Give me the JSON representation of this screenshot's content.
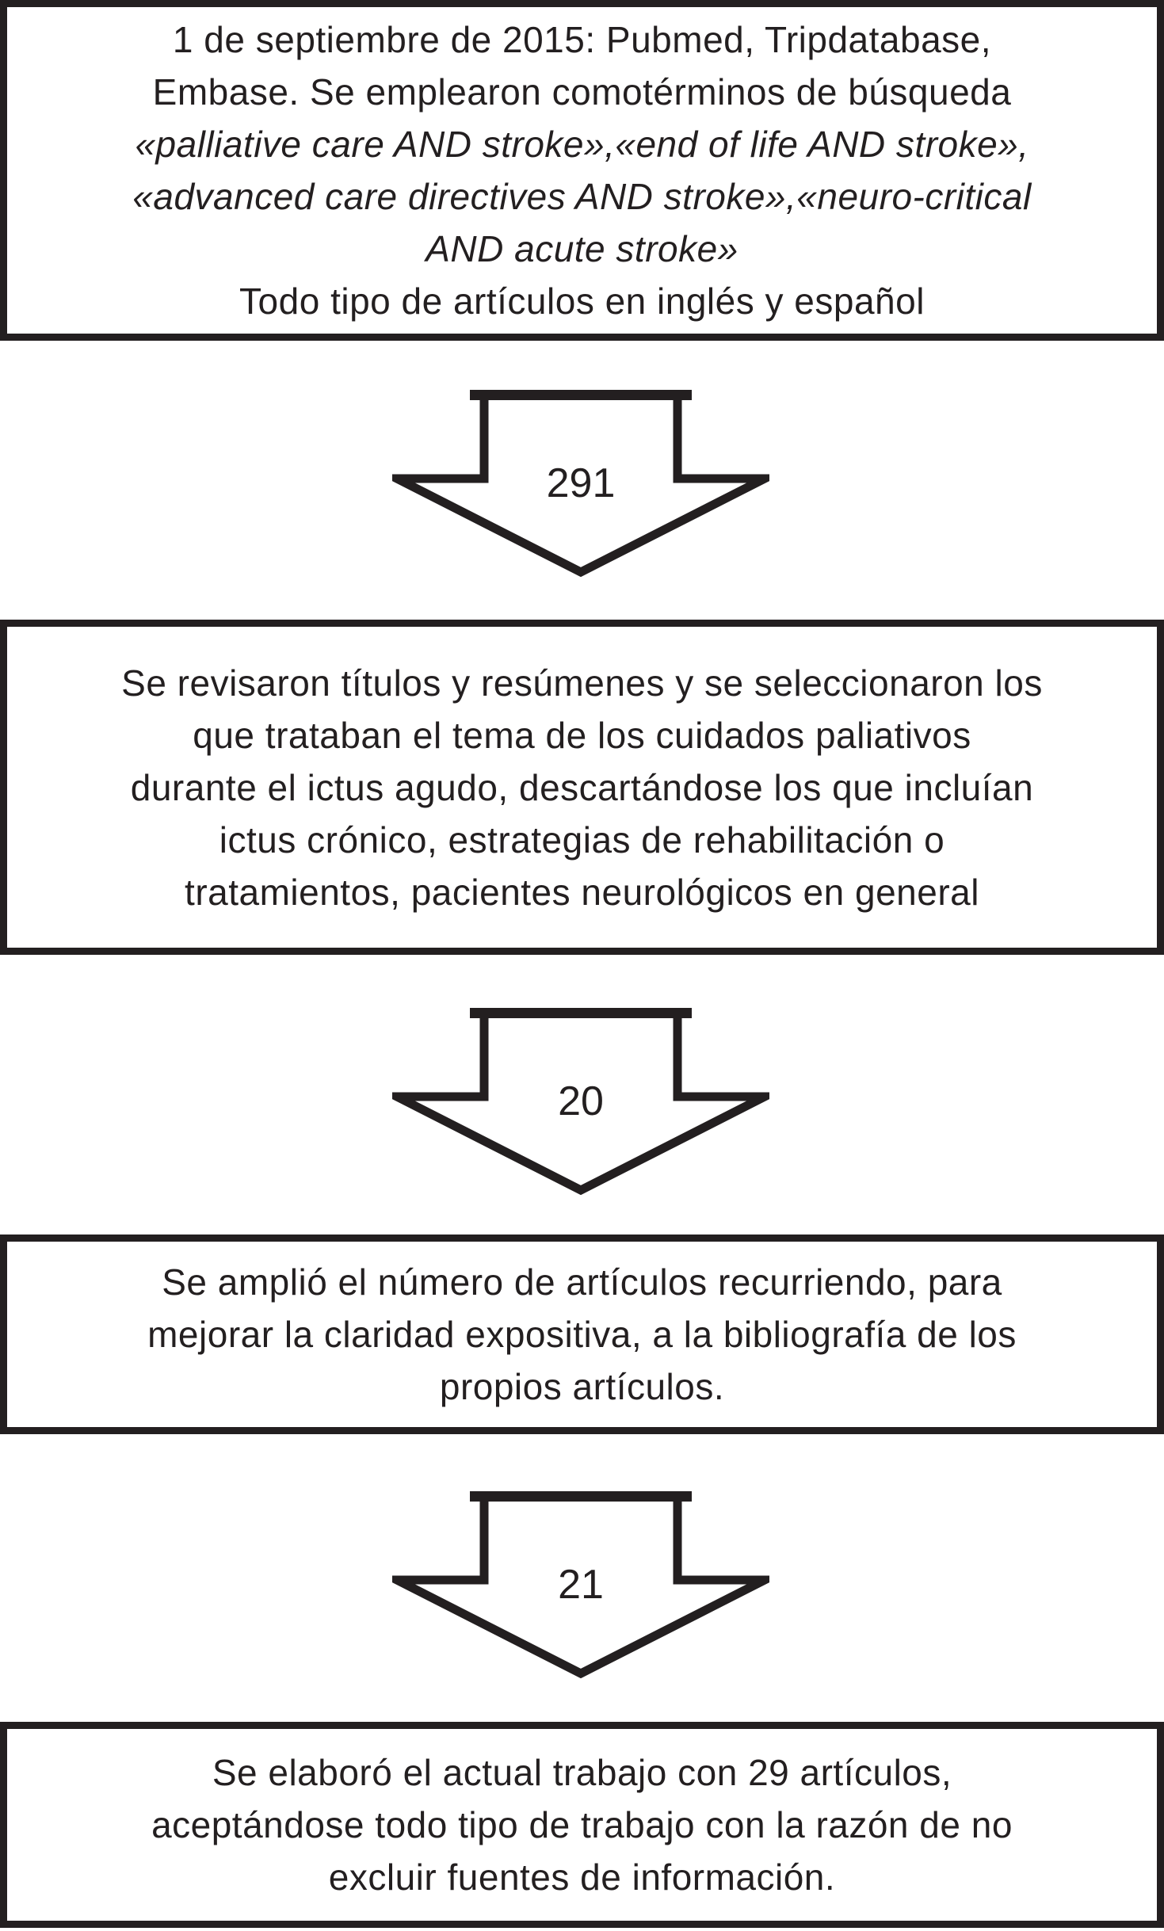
{
  "flow": {
    "boxes": [
      {
        "name": "search-strategy",
        "segments": [
          {
            "style": "normal",
            "text": "1 de septiembre de 2015: Pubmed, Tripdatabase,\nEmbase. Se emplearon comotérminos de búsqueda"
          },
          {
            "style": "italic",
            "text": "«palliative care AND stroke»,«end of life AND stroke»,\n«advanced care directives AND stroke»,«neuro-critical\nAND acute stroke»"
          },
          {
            "style": "normal",
            "text": "Todo tipo de artículos en inglés y español"
          }
        ]
      },
      {
        "name": "title-abstract-screening",
        "text": "Se revisaron títulos y resúmenes y se seleccionaron los\nque trataban el tema de los cuidados paliativos\ndurante el ictus agudo, descartándose los que incluían\nictus crónico, estrategias de rehabilitación o\ntratamientos, pacientes neurológicos en general"
      },
      {
        "name": "bibliography-expansion",
        "text": "Se amplió el número de artículos recurriendo, para\nmejorar la claridad expositiva, a la bibliografía de los\npropios artículos."
      },
      {
        "name": "final-selection",
        "text": "Se elaboró el actual trabajo con 29 artículos,\naceptándose todo tipo de trabajo con la razón de no\nexcluir fuentes de información."
      }
    ],
    "arrows": [
      {
        "label": "291"
      },
      {
        "label": "20"
      },
      {
        "label": "21"
      }
    ],
    "colors": {
      "ink": "#231f20",
      "background": "#ffffff"
    }
  }
}
